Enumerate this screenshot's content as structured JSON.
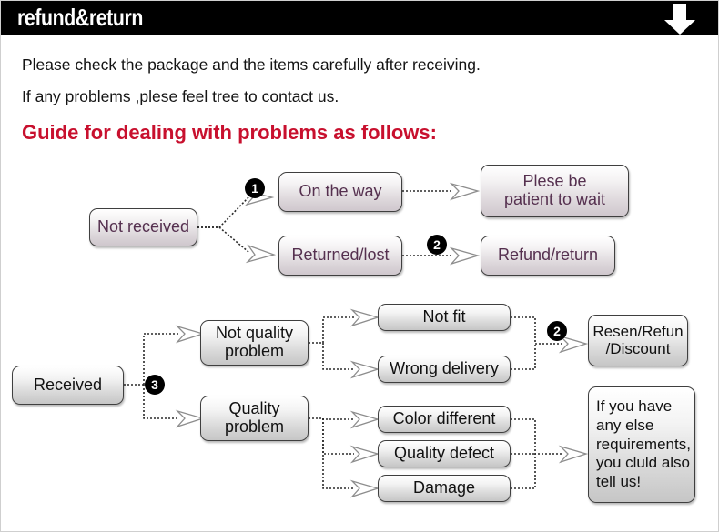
{
  "header": {
    "title": "refund&return",
    "arrow_icon": "arrow-down-icon"
  },
  "intro": {
    "line1": "Please check the package and the items carefully after receiving.",
    "line2": "If any problems ,plese feel tree to contact us.",
    "guide_title": "Guide for dealing with problems as follows:"
  },
  "colors": {
    "header_background": "#000000",
    "header_text": "#ffffff",
    "guide_title": "#c8102e",
    "body_text": "#141414",
    "box_text_purple": "#55304f",
    "box_text_black": "#111111",
    "box_border": "#3f3f3f",
    "badge_background": "#000000",
    "badge_text": "#ffffff",
    "connector_line": "#2a2a2a"
  },
  "flow_top": {
    "badges": [
      {
        "label": "1"
      },
      {
        "label": "2"
      }
    ],
    "boxes": [
      {
        "id": "not-received",
        "label": "Not received"
      },
      {
        "id": "on-the-way",
        "label": "On the way"
      },
      {
        "id": "returned-lost",
        "label": "Returned/lost"
      },
      {
        "id": "plese-be-patient",
        "label": "Plese be\npatient to wait"
      },
      {
        "id": "refund-return",
        "label": "Refund/return"
      }
    ]
  },
  "flow_bottom": {
    "badges": [
      {
        "label": "3"
      },
      {
        "label": "2"
      }
    ],
    "boxes": [
      {
        "id": "received",
        "label": "Received"
      },
      {
        "id": "not-quality-problem",
        "label": "Not quality\nproblem"
      },
      {
        "id": "quality-problem",
        "label": "Quality\nproblem"
      },
      {
        "id": "not-fit",
        "label": "Not fit"
      },
      {
        "id": "wrong-delivery",
        "label": "Wrong delivery"
      },
      {
        "id": "color-different",
        "label": "Color different"
      },
      {
        "id": "quality-defect",
        "label": "Quality defect"
      },
      {
        "id": "damage",
        "label": "Damage"
      },
      {
        "id": "resend-refund-discount",
        "label": "Resen/Refun\n/Discount"
      },
      {
        "id": "contact-note",
        "label": "If you have\nany else\nrequirements,\nyou cluld also\ntell us!"
      }
    ]
  }
}
